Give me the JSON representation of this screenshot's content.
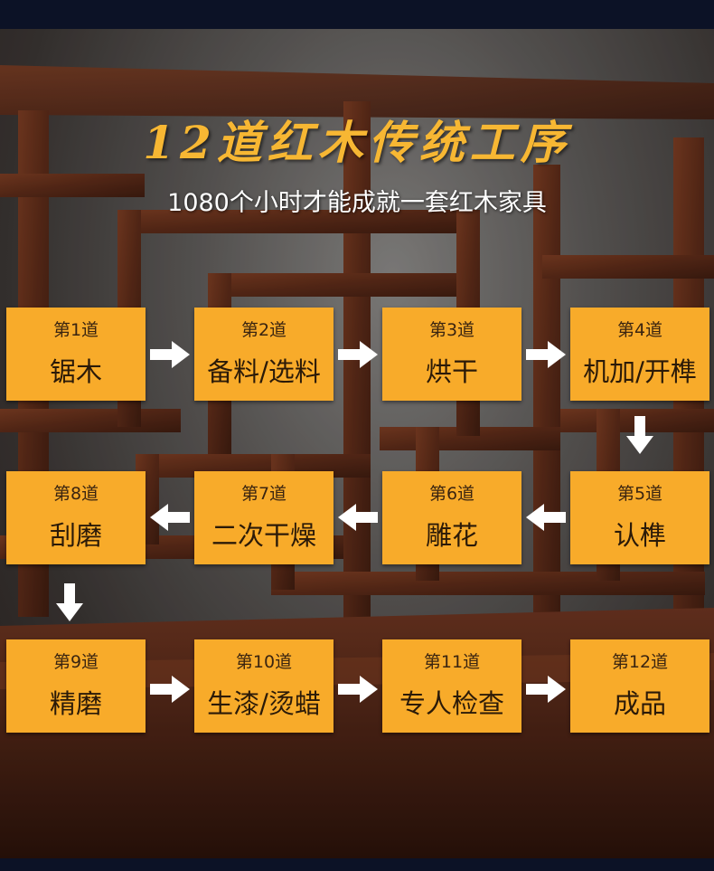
{
  "header": {
    "title": "12道红木传统工序",
    "subtitle": "1080个小时才能成就一套红木家具"
  },
  "steps": [
    {
      "num": "第1道",
      "name": "锯木"
    },
    {
      "num": "第2道",
      "name": "备料/选料"
    },
    {
      "num": "第3道",
      "name": "烘干"
    },
    {
      "num": "第4道",
      "name": "机加/开榫"
    },
    {
      "num": "第5道",
      "name": "认榫"
    },
    {
      "num": "第6道",
      "name": "雕花"
    },
    {
      "num": "第7道",
      "name": "二次干燥"
    },
    {
      "num": "第8道",
      "name": "刮磨"
    },
    {
      "num": "第9道",
      "name": "精磨"
    },
    {
      "num": "第10道",
      "name": "生漆/烫蜡"
    },
    {
      "num": "第11道",
      "name": "专人检查"
    },
    {
      "num": "第12道",
      "name": "成品"
    }
  ],
  "colors": {
    "accent": "#f8ab2a",
    "title": "#f7b733",
    "background": "#0c1226",
    "wood": "#5a2a18"
  }
}
